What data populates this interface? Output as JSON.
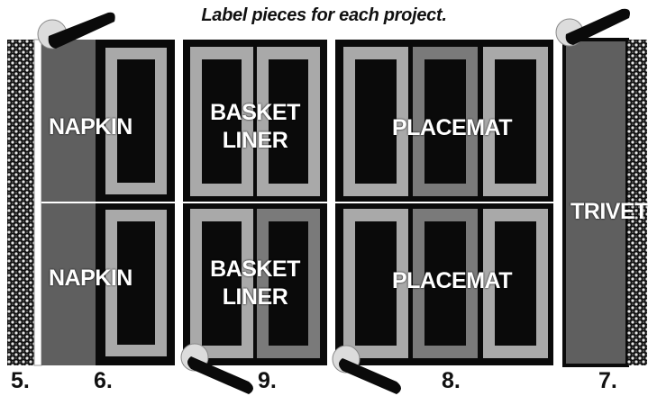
{
  "header": {
    "title": "Label pieces for each project."
  },
  "projects": {
    "napkin_top": "NAPKIN",
    "napkin_bottom": "NAPKIN",
    "basket_top_line1": "BASKET",
    "basket_top_line2": "LINER",
    "basket_bottom_line1": "BASKET",
    "basket_bottom_line2": "LINER",
    "placemat_top": "PLACEMAT",
    "placemat_bottom": "PLACEMAT",
    "trivet": "TRIVET"
  },
  "step_numbers": [
    "5.",
    "6.",
    "9.",
    "8.",
    "7."
  ],
  "colors": {
    "fabric_dark_gray": "#5f5f5f",
    "fabric_light_gray": "#a9a9a9",
    "fabric_mid_gray": "#8a8a8a",
    "fabric_black": "#0a0a0a",
    "white": "#ffffff"
  },
  "icons": [
    "sewing-pin-icon"
  ]
}
